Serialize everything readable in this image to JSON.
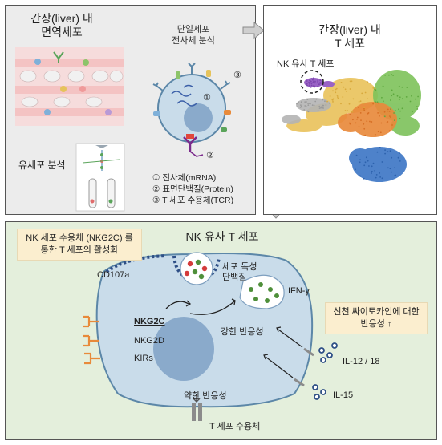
{
  "panel_liver_immune": {
    "title_line1": "간장(liver) 내",
    "title_line2": "면역세포",
    "flow_label": "유세포 분석"
  },
  "panel_scseq": {
    "title_line1": "단일세포",
    "title_line2": "전사체 분석",
    "marker1": "①",
    "marker2": "②",
    "marker3": "③",
    "legend1": "① 전사체(mRNA)",
    "legend2": "② 표면단백질(Protein)",
    "legend3": "③ T 세포 수용체(TCR)"
  },
  "panel_umap": {
    "title_line1": "간장(liver) 내",
    "title_line2": "T 세포",
    "nkt_label": "NK 유사 T 세포"
  },
  "panel_mechanism": {
    "title": "NK 유사 T 세포",
    "activation_note_line1": "NK 세포 수용체 (NKG2C) 를",
    "activation_note_line2": "통한 T 세포의 활성화",
    "cd107a": "CD107a",
    "cytotoxic_line1": "세포 독성",
    "cytotoxic_line2": "단백질",
    "ifng": "IFN-γ",
    "nkg2c": "NKG2C",
    "nkg2d": "NKG2D",
    "kirs": "KIRs",
    "strong": "강한 반응성",
    "weak": "약한 반응성",
    "tcr": "T 세포 수용체",
    "cytokine_note_line1": "선천 싸이토카인에 대한",
    "cytokine_note_line2": "반응성 ↑",
    "il12_18": "IL-12 / 18",
    "il15": "IL-15"
  },
  "colors": {
    "panel_gray": "#ececec",
    "panel_green": "#e4efdc",
    "cell_fill": "#c9dcea",
    "nucleus": "#8aaacb",
    "receptor_orange": "#e88a3a",
    "granule_green": "#4f8f3a",
    "granule_red": "#d43b3b",
    "note_fill": "#fbeecf"
  }
}
